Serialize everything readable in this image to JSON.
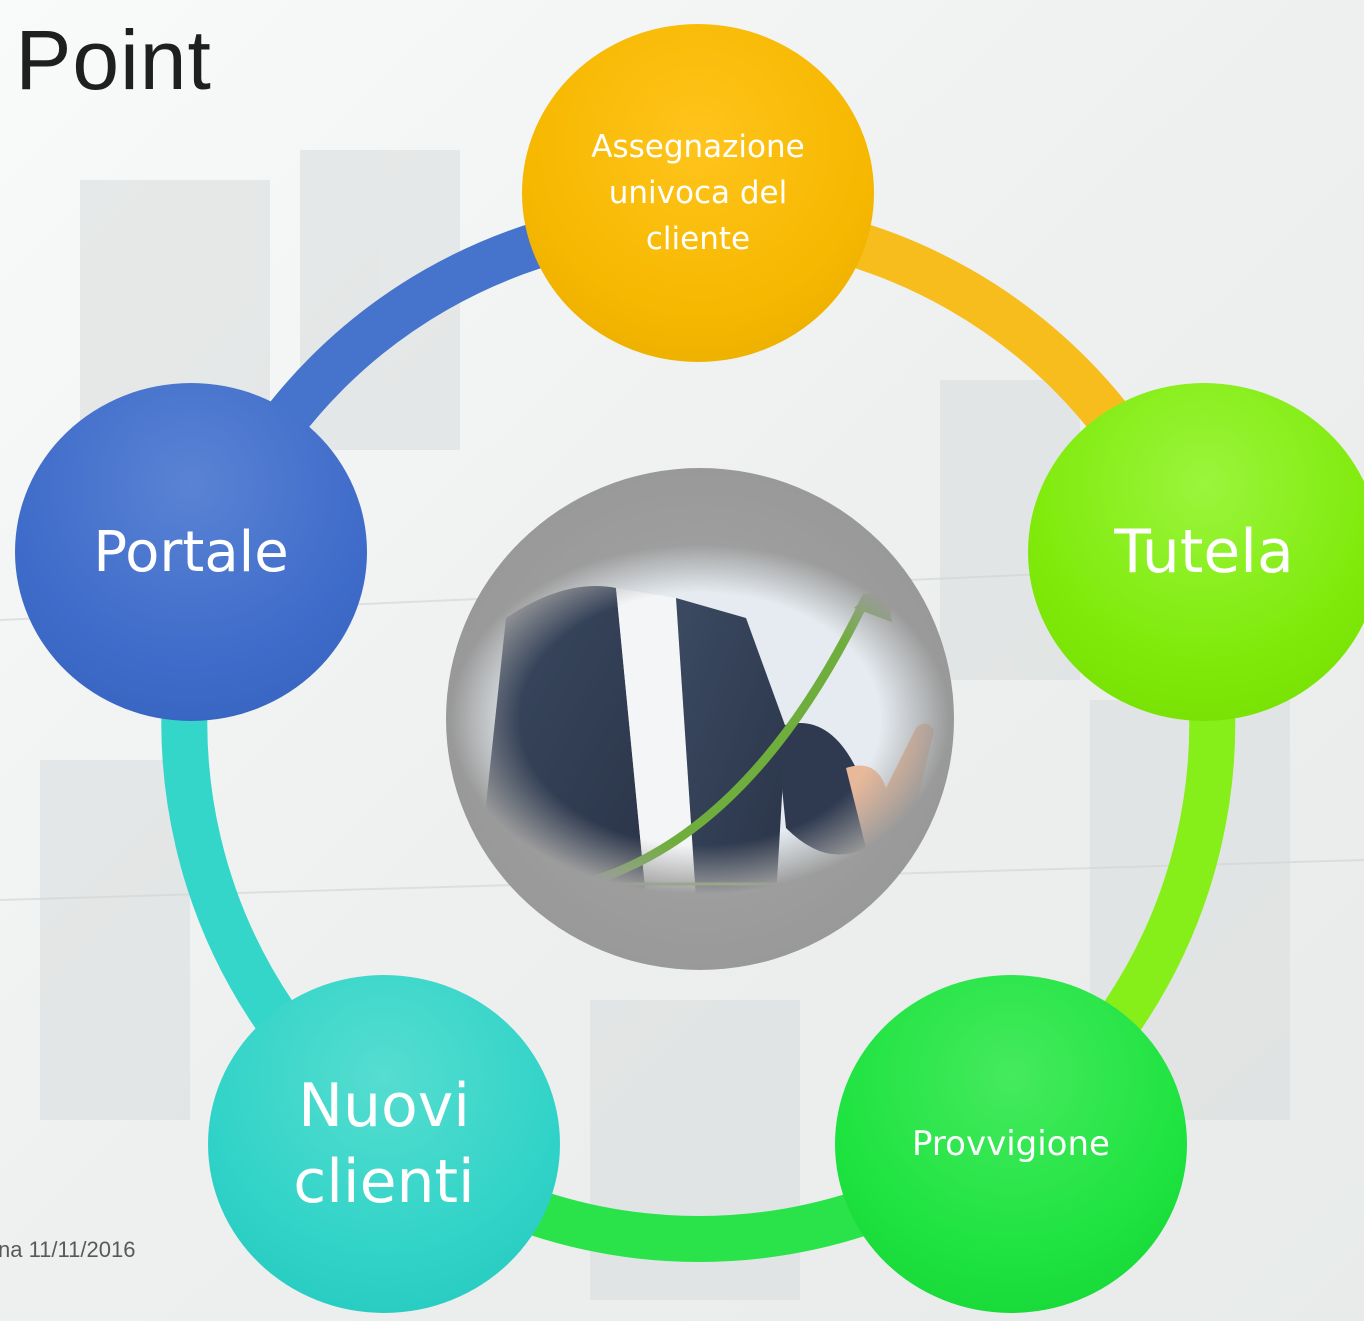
{
  "title": "y Point",
  "footer": "na 11/11/2016",
  "diagram": {
    "nodes": [
      {
        "id": "top",
        "lines": [
          "Assegnazione",
          "univoca del",
          "cliente"
        ],
        "color": "#f6b800"
      },
      {
        "id": "right",
        "lines": [
          "Tutela"
        ],
        "color": "#7fea0a"
      },
      {
        "id": "bottom_right",
        "lines": [
          "Provvigione"
        ],
        "color": "#1ee340"
      },
      {
        "id": "bottom_left",
        "lines": [
          "Nuovi",
          "clienti"
        ],
        "color": "#31d3c8"
      },
      {
        "id": "left",
        "lines": [
          "Portale"
        ],
        "color": "#3f6cca"
      }
    ],
    "ring_colors": [
      "#f7bd1d",
      "#86ee19",
      "#2ae34a",
      "#34d6c9",
      "#4674cc"
    ],
    "center_image": "businessman-pointing-growth-arrow"
  }
}
